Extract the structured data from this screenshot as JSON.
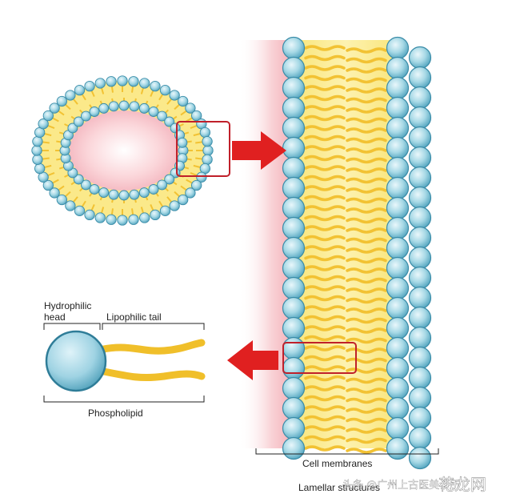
{
  "labels": {
    "hydrophilic_head_line1": "Hydrophilic",
    "hydrophilic_head_line2": "head",
    "lipophilic_tail": "Lipophilic tail",
    "phospholipid": "Phospholipid",
    "cell_membranes": "Cell membranes",
    "lamellar_structures": "Lamellar structures"
  },
  "watermark": {
    "text": "头条 @广州上古医美诊所",
    "brand": "花龙网"
  },
  "colors": {
    "head_fill": "#a9dbe8",
    "head_stroke": "#3a8ca8",
    "tail": "#f2c233",
    "membrane_core": "#fbeb8a",
    "highlight_box": "#c0202a",
    "arrow": "#e02020",
    "cytoplasm": "#f7c9cf"
  },
  "icons": {
    "head": "sphere-head",
    "tail": "wavy-tail",
    "arrow": "right-arrow"
  }
}
